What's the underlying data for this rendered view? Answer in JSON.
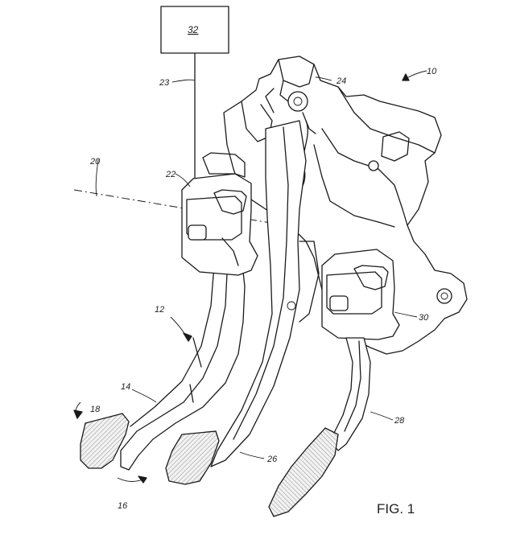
{
  "figure": {
    "caption": "FIG. 1",
    "labels": {
      "l10": "10",
      "l12": "12",
      "l14": "14",
      "l16": "16",
      "l18": "18",
      "l20": "20",
      "l22": "22",
      "l23": "23",
      "l24": "24",
      "l26": "26",
      "l28": "28",
      "l30": "30",
      "l32": "32"
    }
  }
}
